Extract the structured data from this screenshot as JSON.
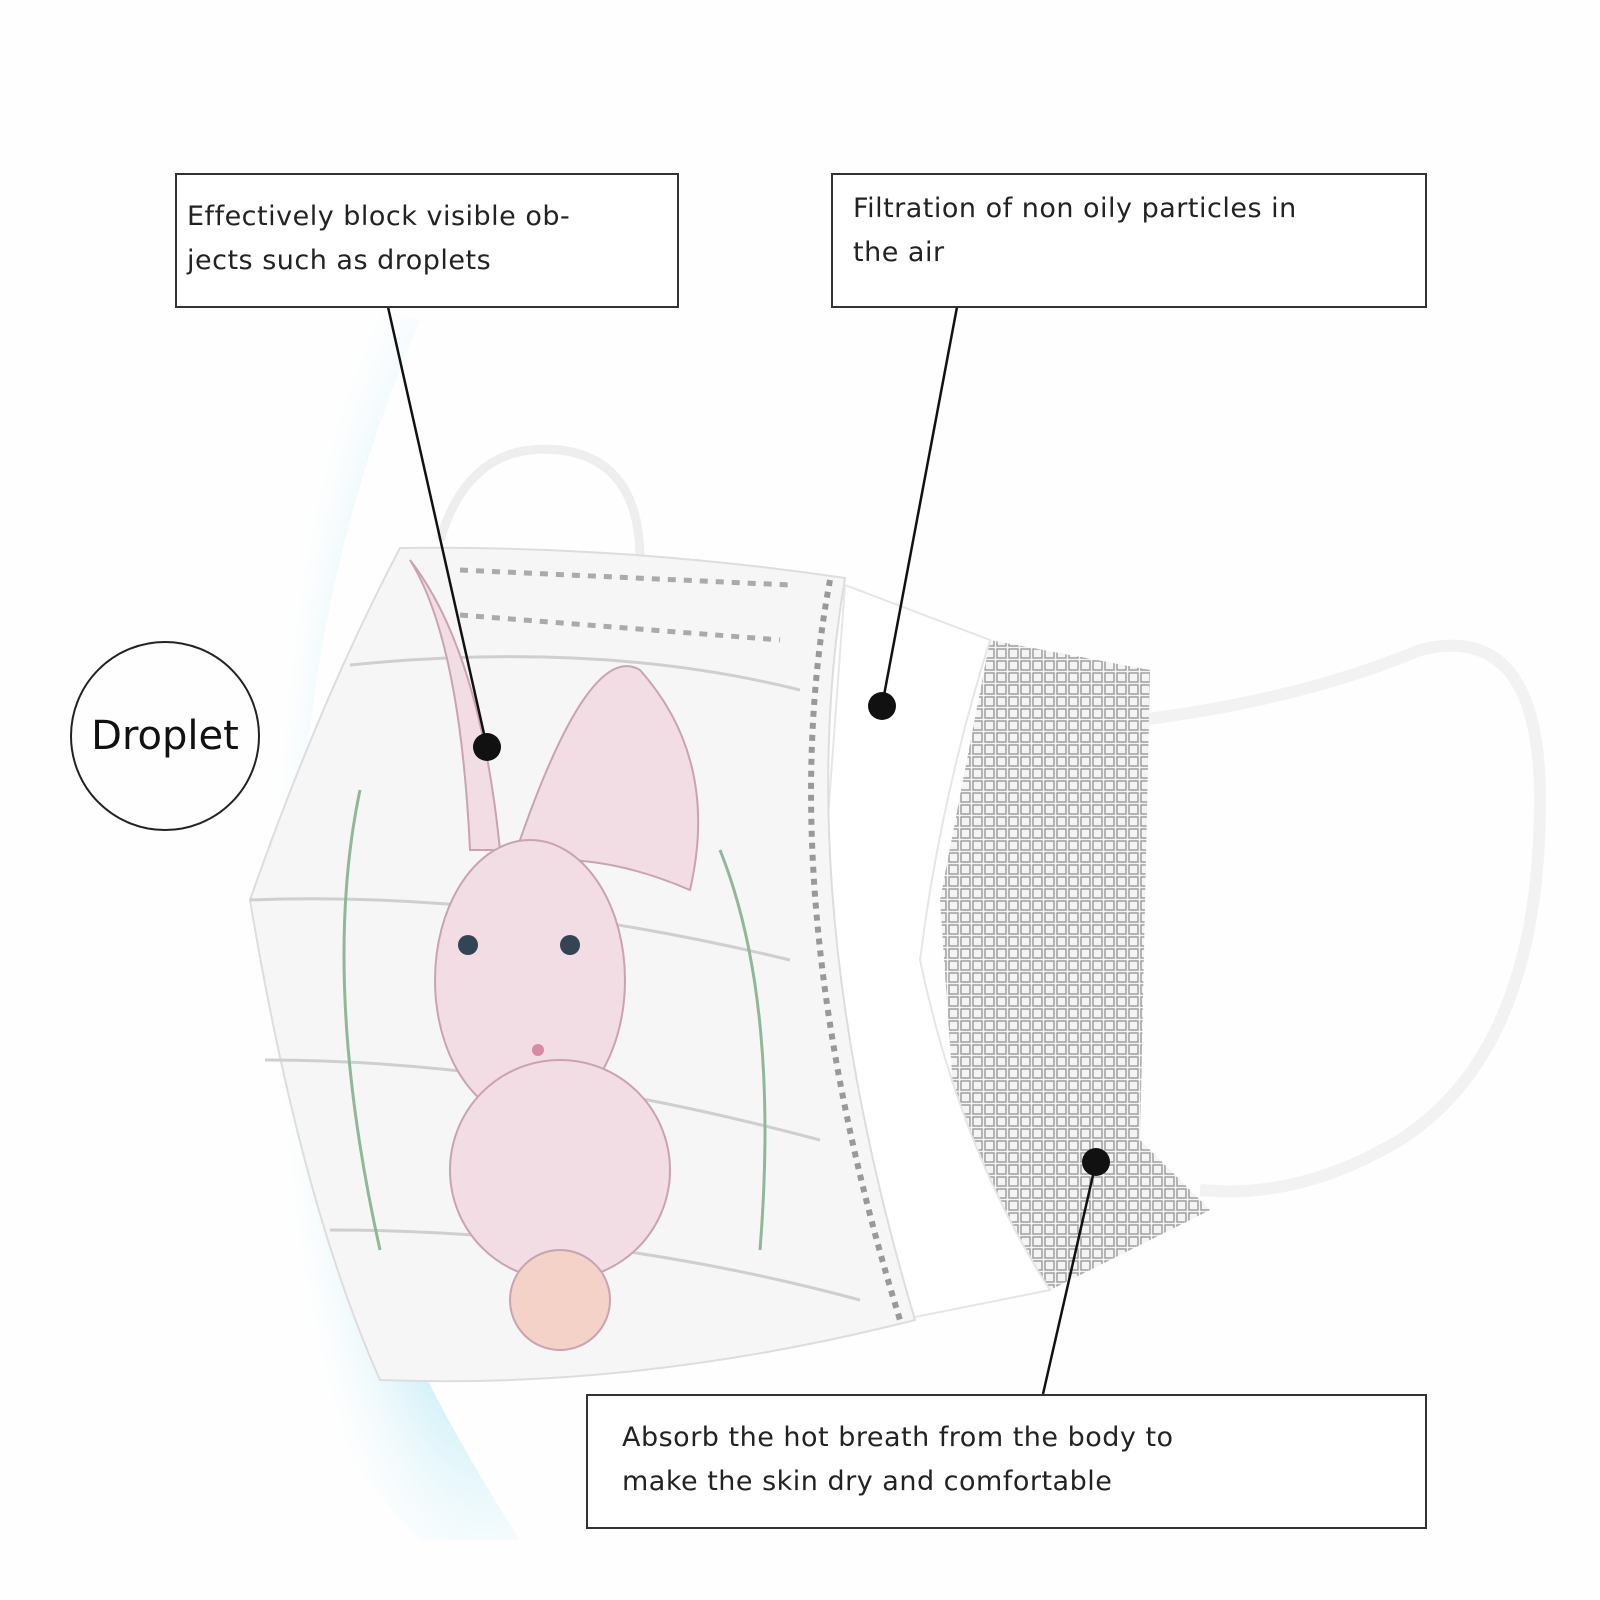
{
  "callouts": {
    "top_left": {
      "line1": "Effectively block visible ob-",
      "line2": "jects such as droplets"
    },
    "top_right": {
      "line1": "Filtration of non oily particles in",
      "line2": "the air"
    },
    "bottom": {
      "line1": "Absorb the hot breath from the body to",
      "line2": "make the skin dry and comfortable"
    }
  },
  "droplet_label": "Droplet",
  "colors": {
    "accent_blue": "#bfe9f5",
    "line": "#111111",
    "rabbit_pink": "#e8b4c4"
  }
}
